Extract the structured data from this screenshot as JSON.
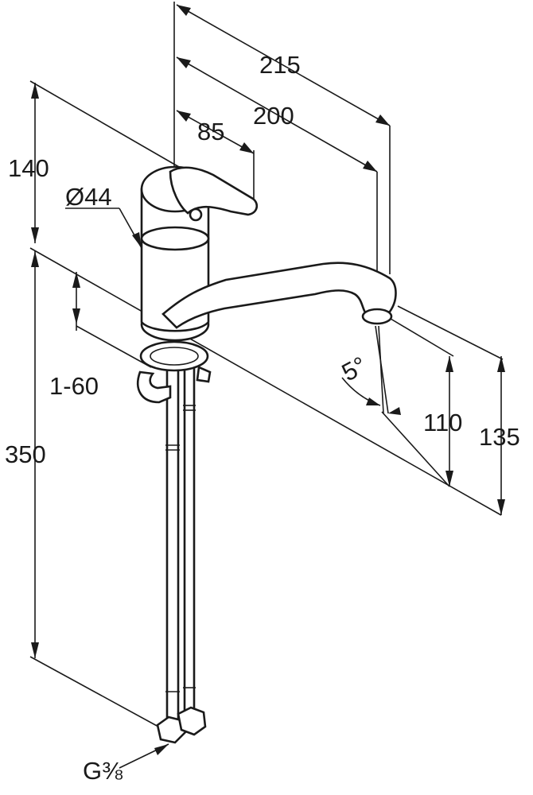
{
  "dimensions": {
    "d215": "215",
    "d200": "200",
    "d85": "85",
    "d140": "140",
    "diameter": "Ø44",
    "d1_60": "1-60",
    "d350": "350",
    "angle": "5°",
    "d110": "110",
    "d135": "135",
    "thread": "G⅜"
  }
}
